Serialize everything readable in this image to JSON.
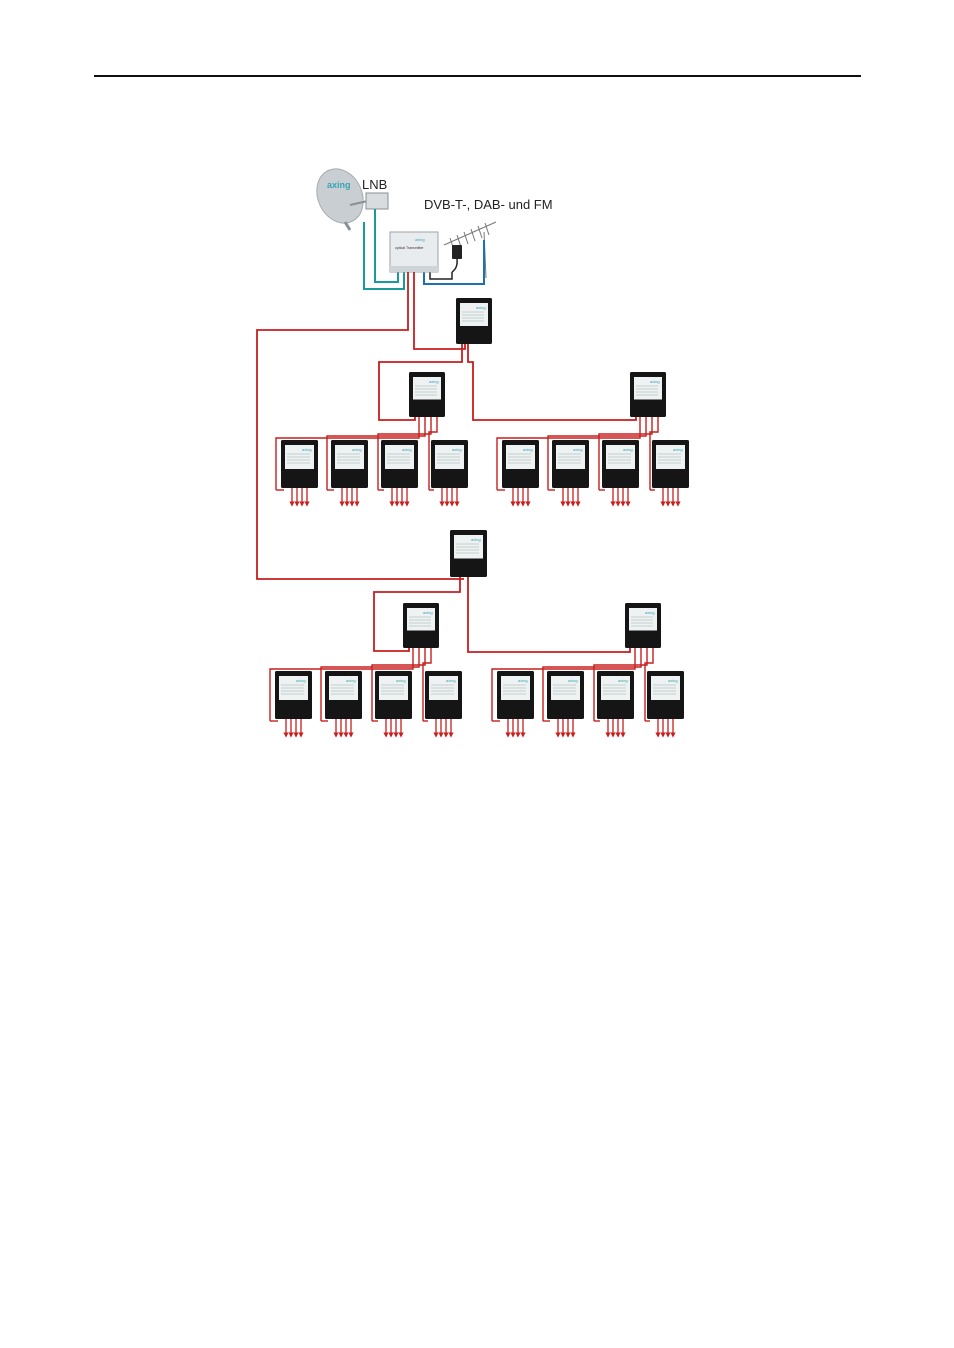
{
  "labels": {
    "lnb": "LNB",
    "terrestrial": "DVB-T-, DAB- und FM"
  },
  "branding": {
    "dish_logo": "axing",
    "transmitter_logo": "axing",
    "transmitter_title": "optical Transmitter"
  },
  "colors": {
    "sat_cable": "#1a9a9a",
    "terrestrial_cable": "#1f6fb5",
    "signal_cable": "#c81e1e",
    "unit_body": "#151515",
    "label_panel": "#eef2f2"
  },
  "icons": [
    "satellite-dish-icon",
    "lnb-icon",
    "yagi-antenna-icon",
    "power-adapter-icon",
    "transmitter-icon",
    "splitter-icon",
    "output-arrow-icon"
  ]
}
